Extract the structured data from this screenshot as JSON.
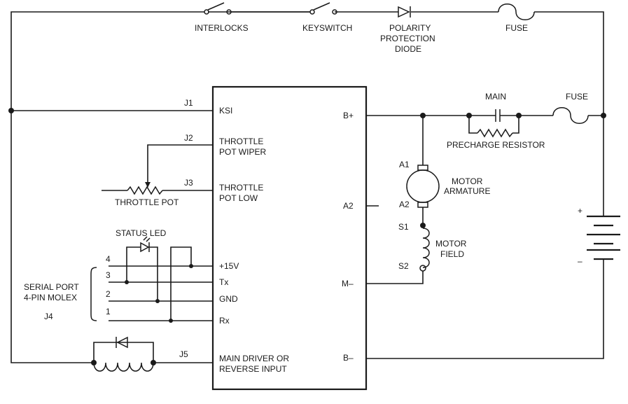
{
  "top_row": {
    "interlocks": "INTERLOCKS",
    "keyswitch": "KEYSWITCH",
    "diode_line1": "POLARITY",
    "diode_line2": "PROTECTION",
    "diode_line3": "DIODE",
    "fuse": "FUSE"
  },
  "connectors": {
    "j1": "J1",
    "j2": "J2",
    "j3": "J3",
    "j4": "J4",
    "j5": "J5"
  },
  "controller_left_pins": {
    "ksi": "KSI",
    "throttle_wiper_line1": "THROTTLE",
    "throttle_wiper_line2": "POT WIPER",
    "throttle_low_line1": "THROTTLE",
    "throttle_low_line2": "POT LOW",
    "plus15v": "+15V",
    "tx": "Tx",
    "gnd": "GND",
    "rx": "Rx",
    "main_driver_line1": "MAIN DRIVER OR",
    "main_driver_line2": "REVERSE INPUT"
  },
  "controller_right_pins": {
    "b_plus": "B+",
    "a2": "A2",
    "m_minus": "M–",
    "b_minus": "B–"
  },
  "left_side": {
    "throttle_pot": "THROTTLE POT",
    "status_led": "STATUS LED",
    "serial_line1": "SERIAL PORT",
    "serial_line2": "4-PIN MOLEX",
    "pin4": "4",
    "pin3": "3",
    "pin2": "2",
    "pin1": "1"
  },
  "right_side": {
    "main": "MAIN",
    "fuse": "FUSE",
    "precharge": "PRECHARGE RESISTOR",
    "a1": "A1",
    "a2": "A2",
    "armature_line1": "MOTOR",
    "armature_line2": "ARMATURE",
    "s1": "S1",
    "s2": "S2",
    "field_line1": "MOTOR",
    "field_line2": "FIELD",
    "battery_plus": "+",
    "battery_minus": "–"
  }
}
